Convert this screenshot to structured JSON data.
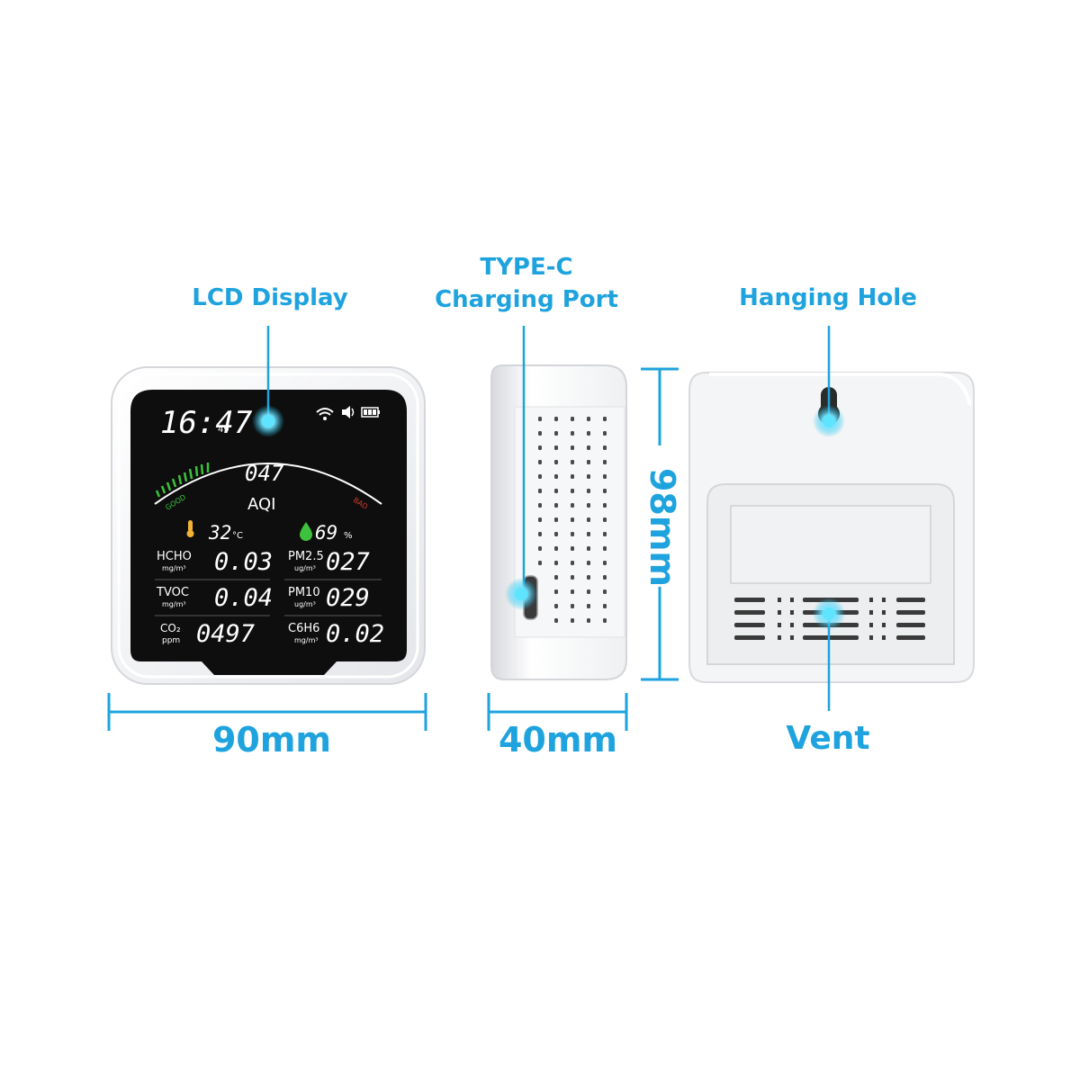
{
  "callouts": {
    "lcd_display": "LCD Display",
    "type_c_line1": "TYPE-C",
    "type_c_line2": "Charging Port",
    "hanging_hole": "Hanging Hole",
    "vent": "Vent"
  },
  "dimensions": {
    "width": "90mm",
    "depth": "40mm",
    "height": "98mm"
  },
  "lcd": {
    "time": "16:47",
    "time_suffix": "49",
    "aqi_value": "047",
    "aqi_label": "AQI",
    "good_label": "GOOD",
    "bad_label": "BAD",
    "temperature": "32",
    "temperature_unit": "°C",
    "humidity": "69",
    "humidity_unit": "%",
    "readings": [
      {
        "name": "HCHO",
        "unit": "mg/m³",
        "value": "0.03"
      },
      {
        "name": "PM2.5",
        "unit": "ug/m³",
        "value": "027"
      },
      {
        "name": "TVOC",
        "unit": "mg/m³",
        "value": "0.04"
      },
      {
        "name": "PM10",
        "unit": "ug/m³",
        "value": "029"
      },
      {
        "name": "CO₂",
        "unit": "ppm",
        "value": "0497"
      },
      {
        "name": "C6H6",
        "unit": "mg/m³",
        "value": "0.02"
      }
    ]
  },
  "colors": {
    "accent": "#1ea3de",
    "good": "#3cc23c",
    "bad": "#d83a2a",
    "device_body": "#f2f3f5",
    "screen": "#101010"
  }
}
